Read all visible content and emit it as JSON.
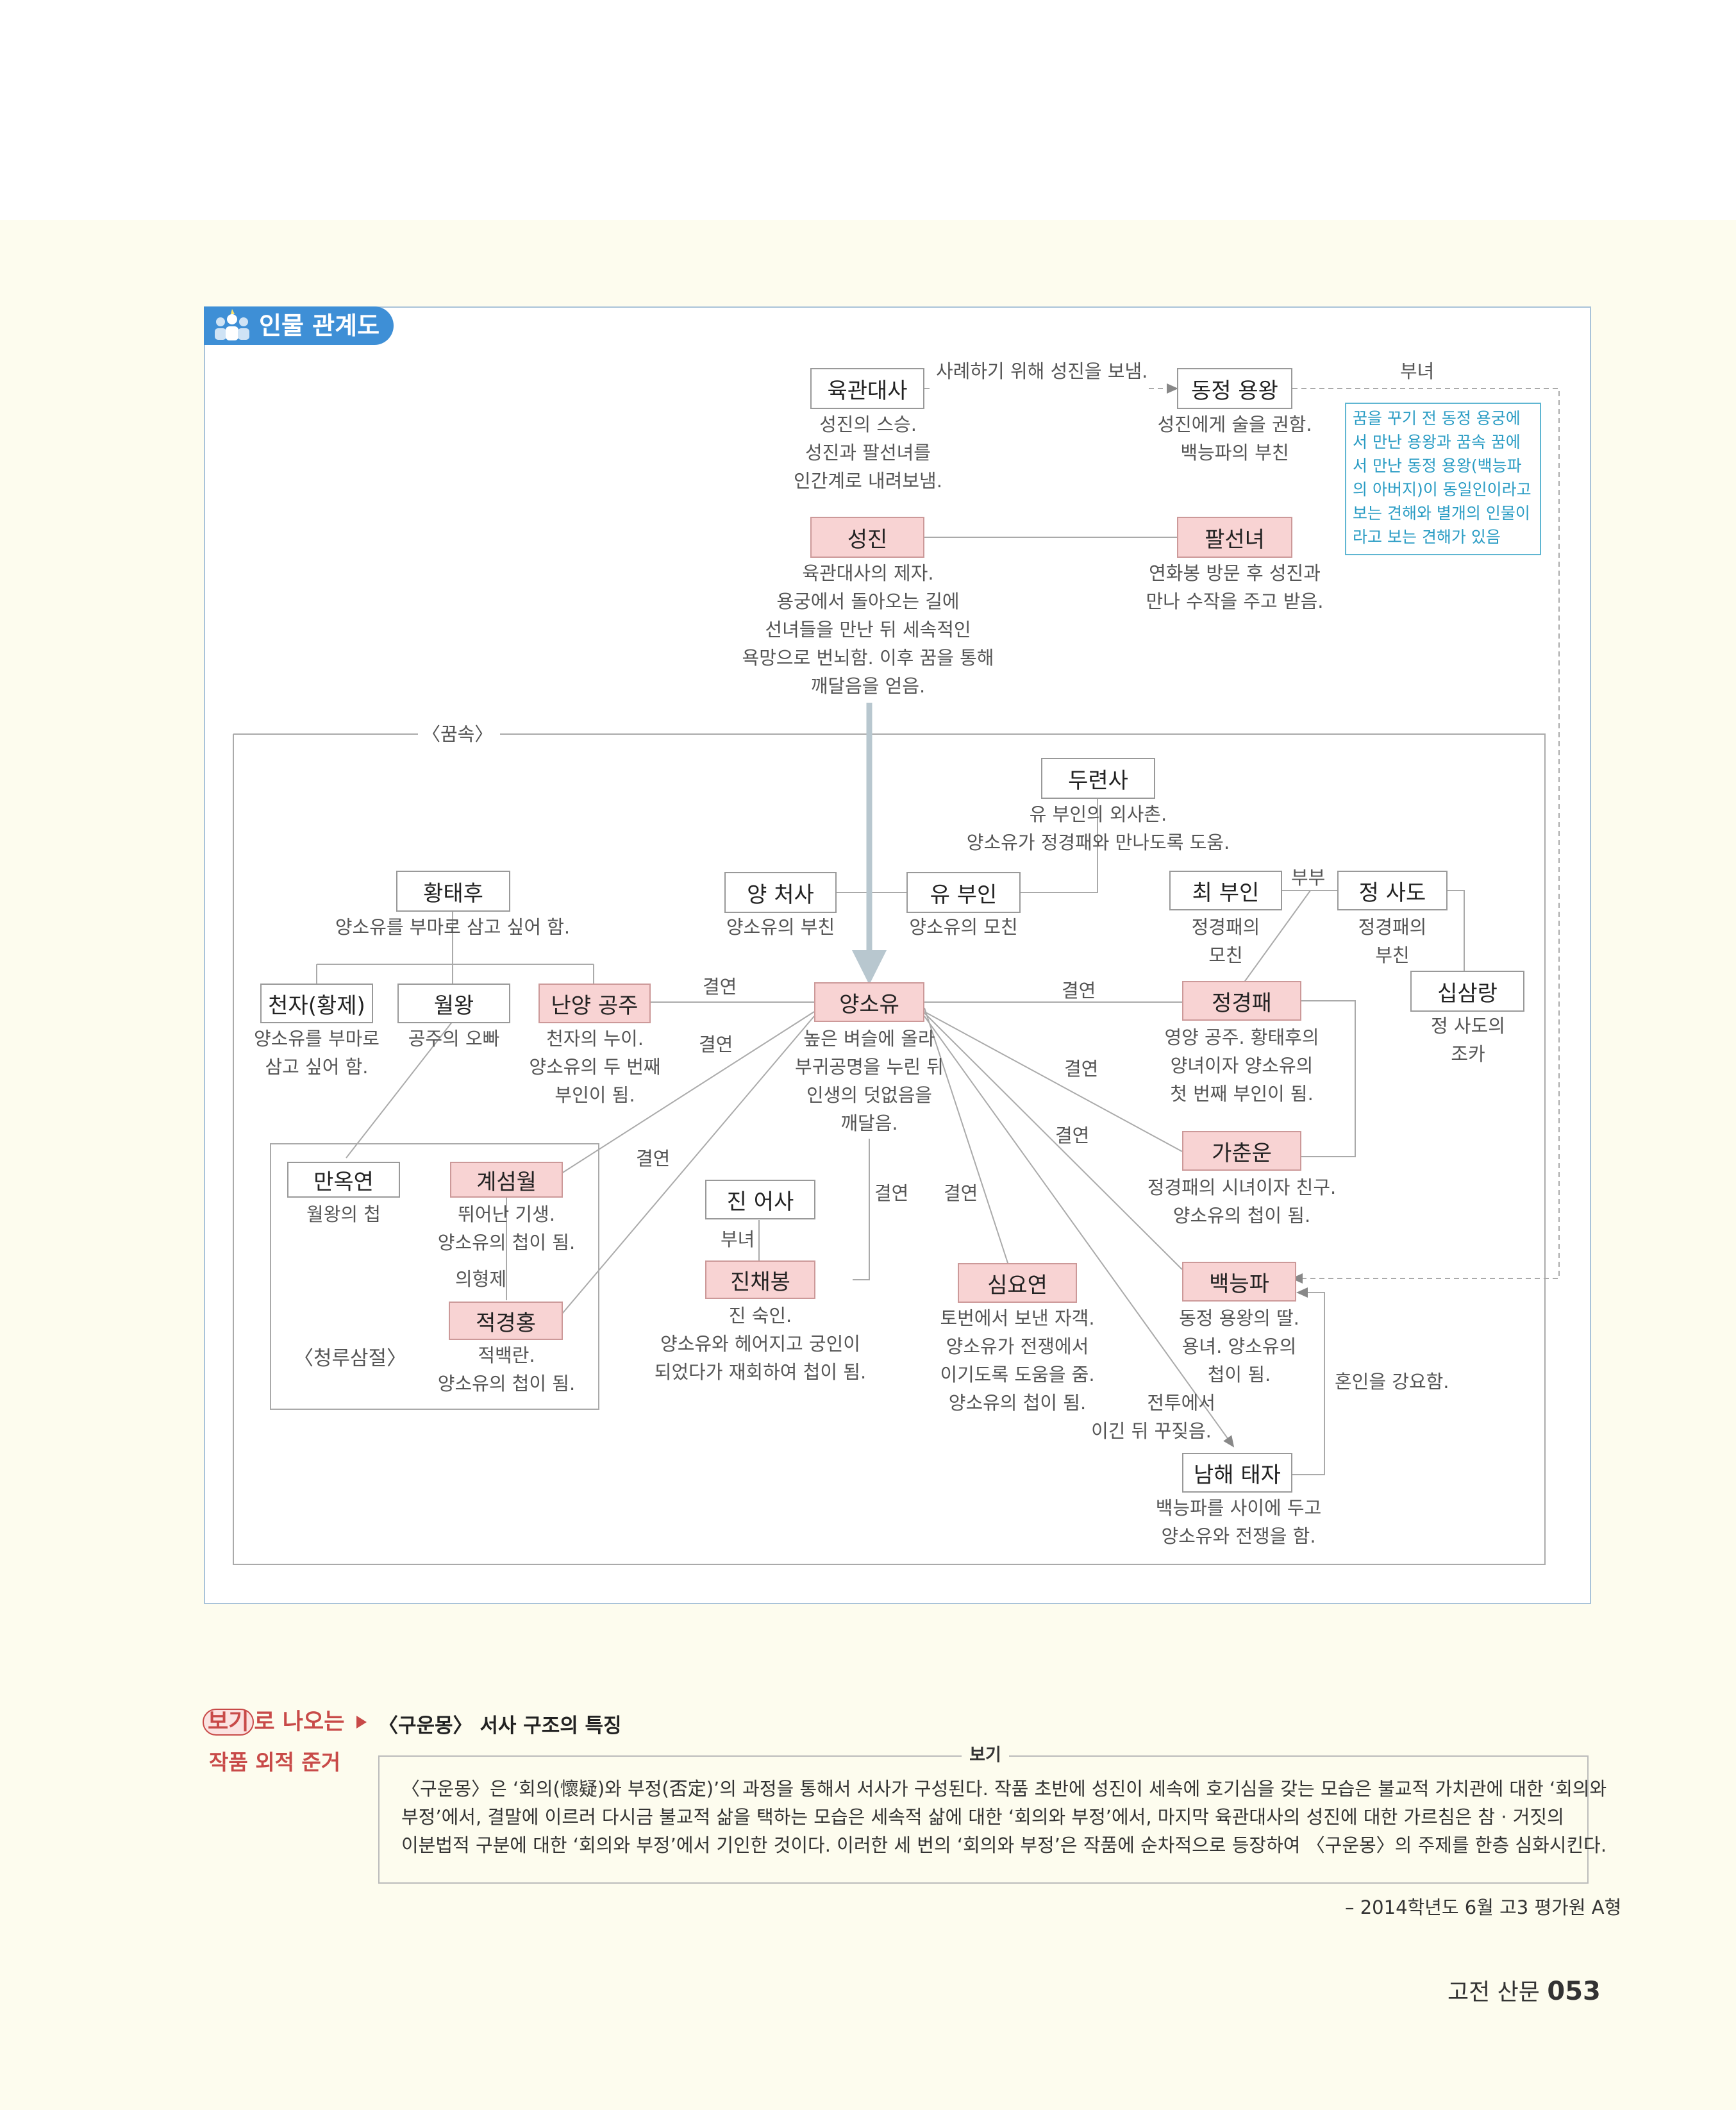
{
  "section_title": "인물 관계도",
  "dream_label": "〈꿈속〉",
  "cheongru_label": "〈청루삼절〉",
  "characters": {
    "yukgwan": {
      "name": "육관대사",
      "desc": [
        "성진의 스승.",
        "성진과 팔선녀를",
        "인간계로 내려보냄."
      ]
    },
    "dongjeong": {
      "name": "동정 용왕",
      "desc": [
        "성진에게 술을 권함.",
        "백능파의 부친"
      ]
    },
    "seongjin": {
      "name": "성진",
      "desc": [
        "육관대사의 제자.",
        "용궁에서 돌아오는 길에",
        "선녀들을 만난 뒤 세속적인",
        "욕망으로 번뇌함. 이후 꿈을 통해",
        "깨달음을 얻음."
      ]
    },
    "palseonnyeo": {
      "name": "팔선녀",
      "desc": [
        "연화봉 방문 후 성진과",
        "만나 수작을 주고 받음."
      ]
    },
    "duryeonsa": {
      "name": "두련사",
      "desc": [
        "유 부인의 외사촌.",
        "양소유가 정경패와 만나도록 도움."
      ]
    },
    "hwangtaehu": {
      "name": "황태후",
      "desc": [
        "양소유를 부마로 삼고 싶어 함."
      ]
    },
    "yangcheosa": {
      "name": "양 처사",
      "desc": [
        "양소유의 부친"
      ]
    },
    "yubuin": {
      "name": "유 부인",
      "desc": [
        "양소유의 모친"
      ]
    },
    "choebuin": {
      "name": "최 부인",
      "desc": [
        "정경패의",
        "모친"
      ]
    },
    "jeongsado": {
      "name": "정 사도",
      "desc": [
        "정경패의",
        "부친"
      ]
    },
    "sipsamnang": {
      "name": "십삼랑",
      "desc": [
        "정 사도의",
        "조카"
      ]
    },
    "cheonja": {
      "name": "천자(황제)",
      "desc": [
        "양소유를 부마로",
        "삼고 싶어 함."
      ]
    },
    "wolwang": {
      "name": "월왕",
      "desc": [
        "공주의 오빠"
      ]
    },
    "nanyang": {
      "name": "난양 공주",
      "desc": [
        "천자의 누이.",
        "양소유의 두 번째",
        "부인이 됨."
      ]
    },
    "yangsoyu": {
      "name": "양소유",
      "desc": [
        "높은 벼슬에 올라",
        "부귀공명을 누린 뒤",
        "인생의 덧없음을",
        "깨달음."
      ]
    },
    "jeonggyeongpae": {
      "name": "정경패",
      "desc": [
        "영양 공주. 황태후의",
        "양녀이자 양소유의",
        "첫 번째 부인이 됨."
      ]
    },
    "gachunun": {
      "name": "가춘운",
      "desc": [
        "정경패의 시녀이자 친구.",
        "양소유의 첩이 됨."
      ]
    },
    "manogyeon": {
      "name": "만옥연",
      "desc": [
        "월왕의 첩"
      ]
    },
    "gyeseomwol": {
      "name": "계섬월",
      "desc": [
        "뛰어난 기생.",
        "양소유의 첩이 됨."
      ]
    },
    "jeokgyeonghong": {
      "name": "적경홍",
      "desc": [
        "적백란.",
        "양소유의 첩이 됨."
      ]
    },
    "jineosa": {
      "name": "진 어사",
      "desc": []
    },
    "jinchaebong": {
      "name": "진채봉",
      "desc": [
        "진 숙인.",
        "양소유와 헤어지고 궁인이",
        "되었다가 재회하여 첩이 됨."
      ]
    },
    "simyoyeon": {
      "name": "심요연",
      "desc": [
        "토번에서 보낸 자객.",
        "양소유가 전쟁에서",
        "이기도록 도움을 줌.",
        "양소유의 첩이 됨."
      ]
    },
    "baekneungpa": {
      "name": "백능파",
      "desc": [
        "동정 용왕의 딸.",
        "용녀. 양소유의",
        "첩이 됨."
      ]
    },
    "namhae": {
      "name": "남해 태자",
      "desc": [
        "백능파를 사이에 두고",
        "양소유와 전쟁을 함."
      ]
    }
  },
  "labels": {
    "yukgwan_to_dongjeong": "사례하기 위해 성진을 보냄.",
    "dongjeong_baek": "부녀",
    "marriage": "결연",
    "couple": "부부",
    "father_daughter": "부녀",
    "sisters": "의형제",
    "war": [
      "전투에서",
      "이긴 뒤 꾸짖음."
    ],
    "force_marriage": "혼인을 강요함."
  },
  "note_lines": [
    "꿈을 꾸기 전 동정 용궁에",
    "서 만난 용왕과 꿈속 꿈에",
    "서 만난 동정 용왕(백능파",
    "의 아버지)이 동일인이라고",
    "보는 견해와 별개의 인물이",
    "라고 보는 견해가 있음"
  ],
  "bogi": {
    "badge_a": "보기",
    "badge_b": "로 나오는",
    "badge_line2": "작품 외적 준거",
    "title": "〈구운몽〉 서사 구조의 특징",
    "tag": "보기",
    "lines": [
      "〈구운몽〉은 ‘회의(懷疑)와 부정(否定)’의 과정을 통해서 서사가 구성된다. 작품 초반에 성진이 세속에 호기심을 갖는 모습은 불교적 가치관에 대한 ‘회의와",
      "부정’에서, 결말에 이르러 다시금 불교적 삶을 택하는 모습은 세속적 삶에 대한 ‘회의와 부정’에서, 마지막 육관대사의 성진에 대한 가르침은 참 · 거짓의",
      "이분법적 구분에 대한 ‘회의와 부정’에서 기인한 것이다. 이러한 세 번의 ‘회의와 부정’은 작품에 순차적으로 등장하여 〈구운몽〉의 주제를 한층 심화시킨다."
    ],
    "source": "– 2014학년도 6월 고3 평가원 A형"
  },
  "footer": {
    "section": "고전 산문",
    "page": "053"
  },
  "colors": {
    "accent": "#3e8fd6",
    "pink_box": "#f8d3d3",
    "bogi_red": "#c84a48",
    "note_blue": "#2a9cc4",
    "cream": "#fdfcee"
  }
}
